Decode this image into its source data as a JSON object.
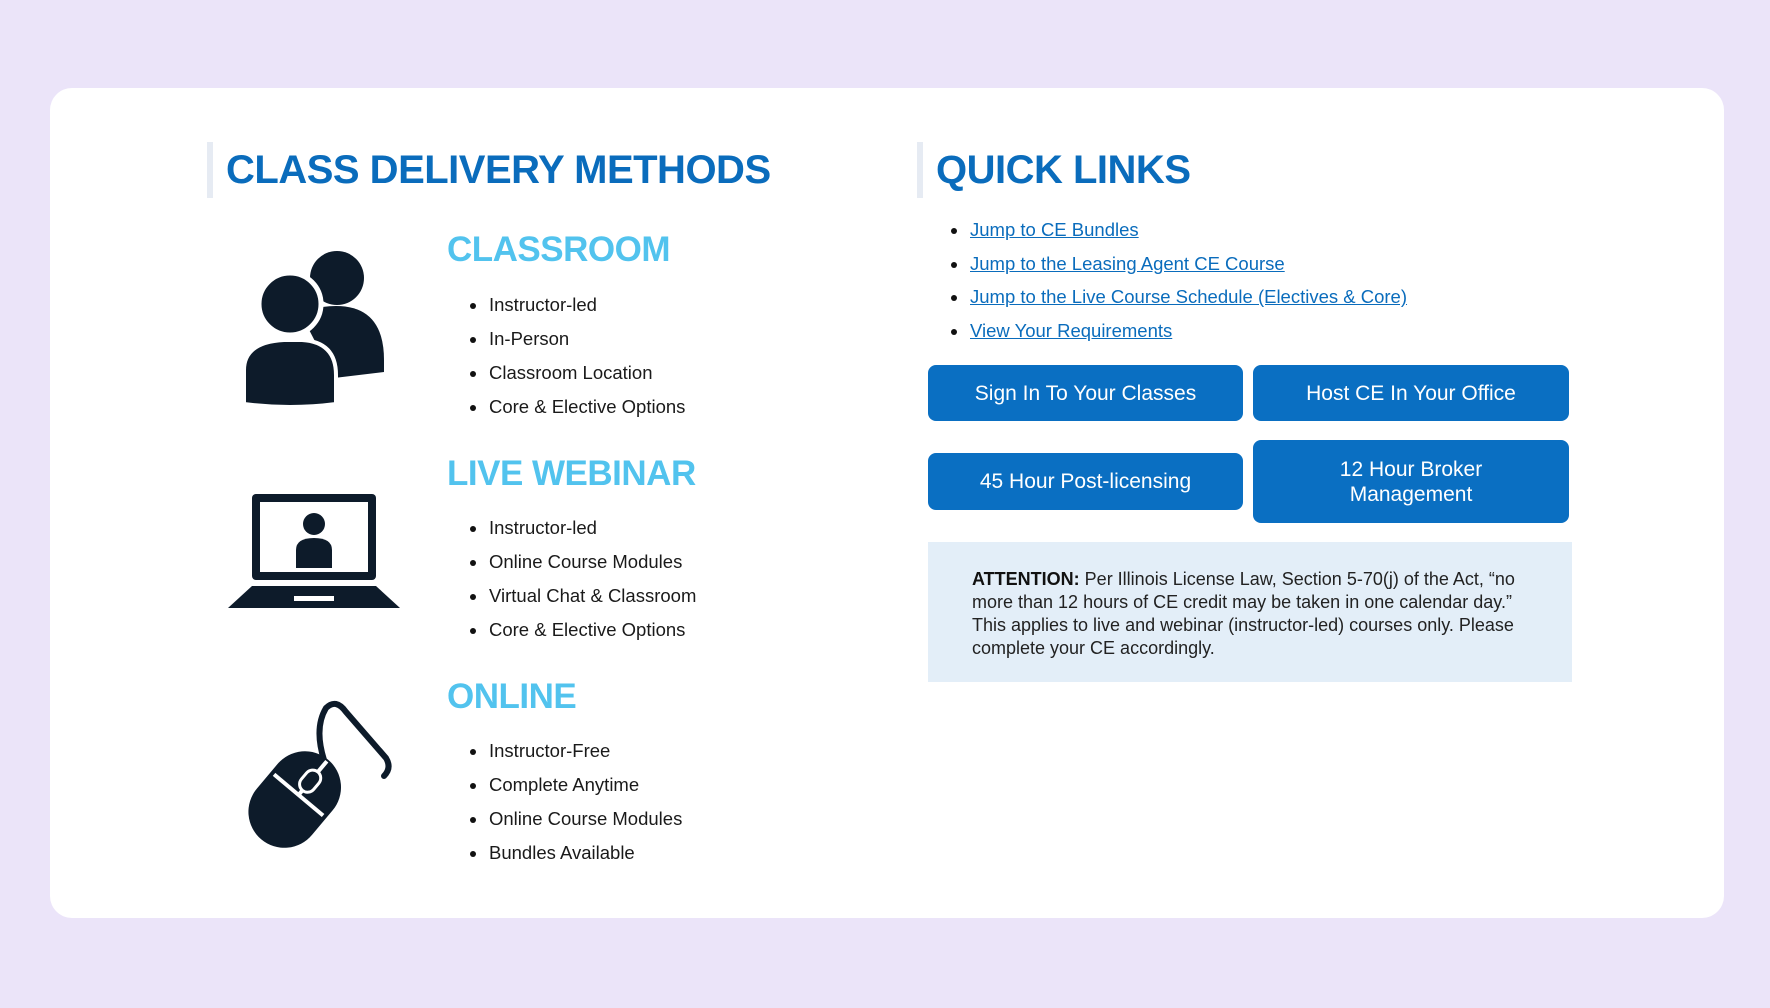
{
  "delivery": {
    "title": "CLASS DELIVERY METHODS",
    "methods": [
      {
        "name": "CLASSROOM",
        "icon": "people-icon",
        "items": [
          "Instructor-led",
          "In-Person",
          "Classroom Location",
          "Core & Elective Options"
        ]
      },
      {
        "name": "LIVE WEBINAR",
        "icon": "laptop-icon",
        "items": [
          "Instructor-led",
          "Online Course Modules",
          "Virtual Chat & Classroom",
          "Core & Elective Options"
        ]
      },
      {
        "name": "ONLINE",
        "icon": "mouse-icon",
        "items": [
          "Instructor-Free",
          "Complete Anytime",
          "Online Course Modules",
          "Bundles Available"
        ]
      }
    ]
  },
  "quick_links": {
    "title": "QUICK LINKS",
    "links": [
      "Jump to CE Bundles",
      "Jump to the Leasing Agent CE Course",
      "Jump to the Live Course Schedule (Electives & Core)",
      "View Your Requirements"
    ],
    "buttons": [
      "Sign In To Your Classes",
      "Host CE In Your Office",
      "45 Hour Post-licensing",
      "12 Hour Broker Management"
    ]
  },
  "attention": {
    "label": "ATTENTION:",
    "text": "Per Illinois License Law, Section 5-70(j) of the Act, “no more than 12 hours of CE credit may be taken in one calendar day.” This applies to live and webinar (instructor-led) courses only. Please complete your CE accordingly."
  },
  "colors": {
    "primary": "#0a6fc2",
    "accent": "#52c3ee",
    "background": "#ebe4f9",
    "notice": "#e3eef8"
  }
}
